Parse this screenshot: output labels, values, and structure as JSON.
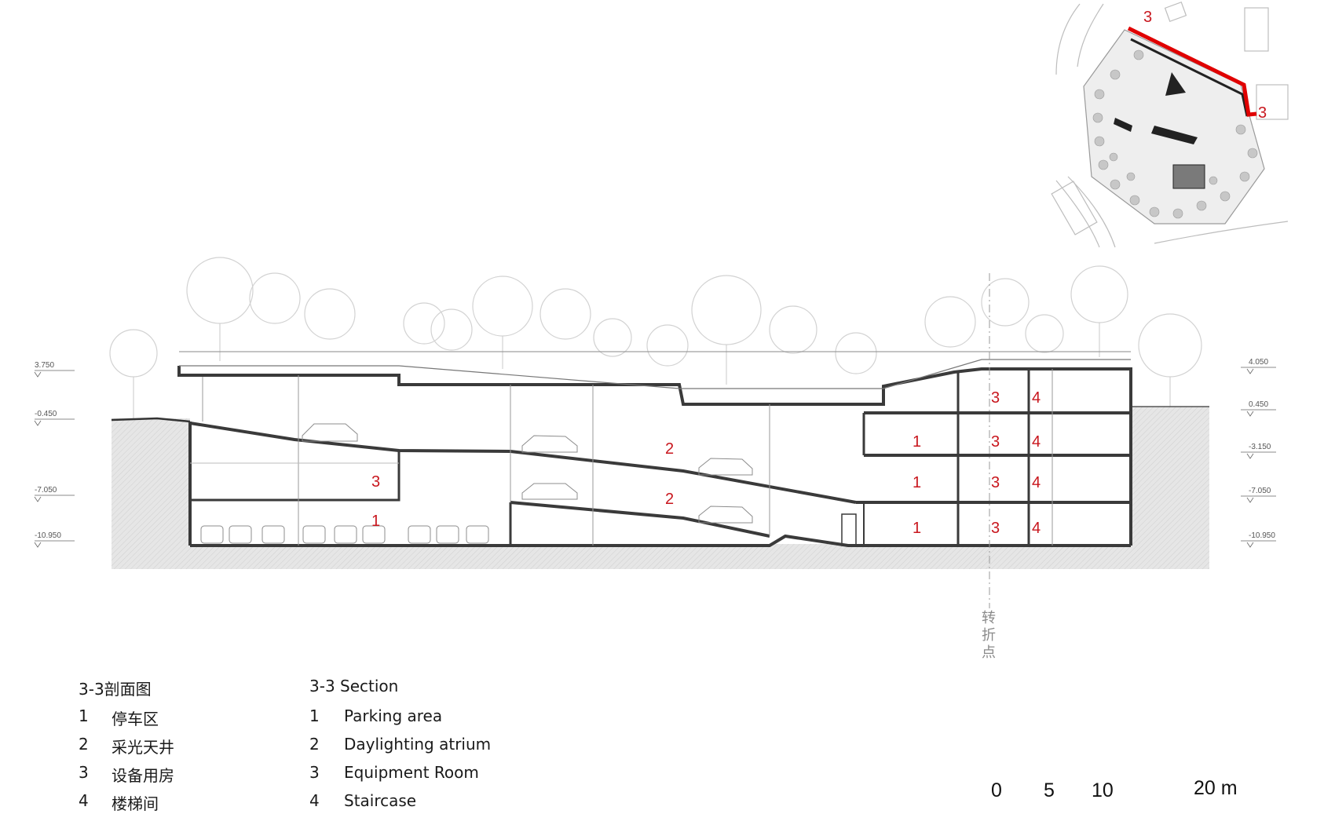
{
  "legend_cn": {
    "title": "3-3剖面图",
    "items": [
      {
        "num": "1",
        "label": "停车区"
      },
      {
        "num": "2",
        "label": "采光天井"
      },
      {
        "num": "3",
        "label": "设备用房"
      },
      {
        "num": "4",
        "label": "楼梯间"
      }
    ]
  },
  "legend_en": {
    "title": "3-3 Section",
    "items": [
      {
        "num": "1",
        "label": "Parking area"
      },
      {
        "num": "2",
        "label": "Daylighting atrium"
      },
      {
        "num": "3",
        "label": "Equipment Room"
      },
      {
        "num": "4",
        "label": "Staircase"
      }
    ]
  },
  "elevations_left": [
    "3.750",
    "-0.450",
    "-7.050",
    "-10.950"
  ],
  "elevations_right": [
    "4.050",
    "0.450",
    "-3.150",
    "-7.050",
    "-10.950"
  ],
  "section_labels": [
    "3",
    "4",
    "1",
    "3",
    "4",
    "1",
    "3",
    "4",
    "1",
    "3",
    "4",
    "2",
    "2",
    "3",
    "1"
  ],
  "turning_point": [
    "转",
    "折",
    "点"
  ],
  "keyplan_labels": [
    "3",
    "3"
  ],
  "scale_bar": {
    "ticks": [
      "0",
      "5",
      "10",
      "20 m"
    ]
  },
  "colors": {
    "accent": "#c8161d",
    "structure": "#3a3a3a",
    "ground": "#d9d9d9"
  }
}
